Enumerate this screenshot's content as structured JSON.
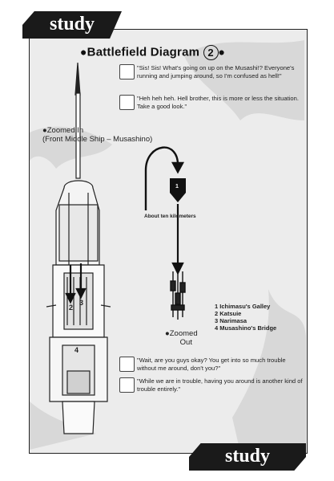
{
  "banners": {
    "top": "study",
    "bottom": "study"
  },
  "title": {
    "text": "Battlefield Diagram",
    "number": "2",
    "bullet": "●"
  },
  "dialogue_top": [
    {
      "text": "\"Sis! Sis! What's going on up on the Musashi!? Everyone's running and jumping around, so I'm confused as hell!\""
    },
    {
      "text": "\"Heh heh heh. Hell brother, this is more or less the situation. Take a good look.\""
    }
  ],
  "zoomed_in": {
    "bullet": "●",
    "line1": "Zoomed In",
    "line2": "(Front Middle Ship – Musashino)"
  },
  "distance_label": "About ten kilometers",
  "zoomed_out": {
    "bullet": "●",
    "line1": "Zoomed",
    "line2": "Out"
  },
  "markers": {
    "m1": "1",
    "m2": "2",
    "m3": "3",
    "m4": "4"
  },
  "legend": [
    {
      "num": "1",
      "text": "Ichimasu's Galley"
    },
    {
      "num": "2",
      "text": "Katsuie"
    },
    {
      "num": "3",
      "text": "Narimasa"
    },
    {
      "num": "4",
      "text": "Musashino's Bridge"
    }
  ],
  "dialogue_bottom": [
    {
      "text": "\"Wait, are you guys okay? You get into so much trouble without me around, don't you?\""
    },
    {
      "text": "\"While we are in trouble, having you around is another kind of trouble entirely.\""
    }
  ],
  "colors": {
    "banner": "#1a1a1a",
    "panel": "#ececec",
    "ink": "#111111"
  }
}
